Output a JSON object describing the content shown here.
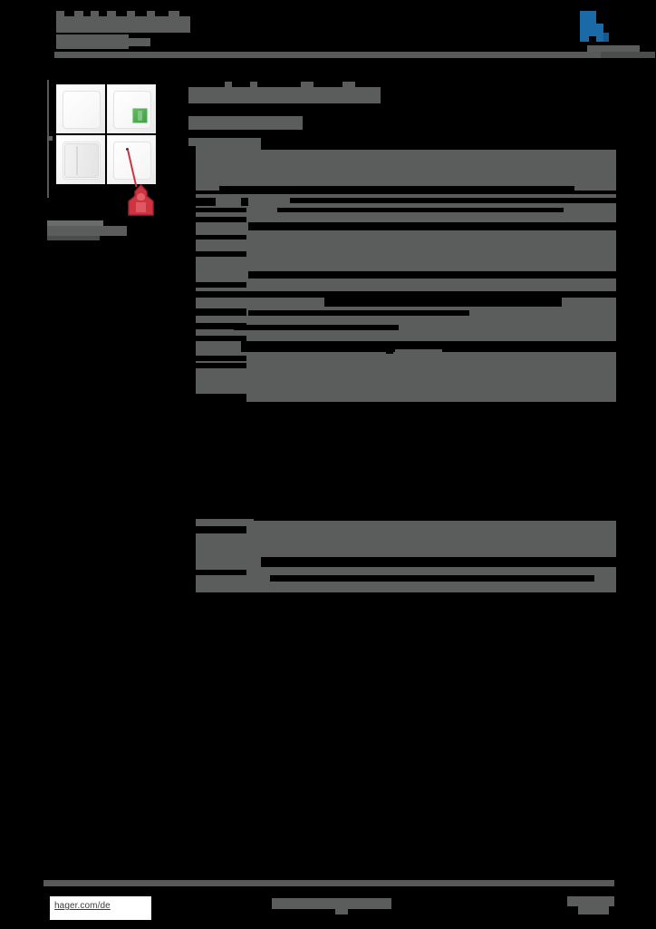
{
  "document": {
    "type": "product-datasheet",
    "brand": "hager",
    "redacted": true,
    "page_background": "#000000",
    "redaction_color": "#5b5c5c"
  },
  "header": {
    "title_redacted": "",
    "subtitle_redacted": "",
    "logo_name": "hager-logo",
    "logo_color": "#1b6aa8",
    "rule_color": "#58595a"
  },
  "figure": {
    "caption_redacted": "",
    "plates": [
      {
        "name": "blank-plate",
        "position": "top-left",
        "accent": ""
      },
      {
        "name": "indicator-plate",
        "position": "top-right",
        "accent": "#4ca64c"
      },
      {
        "name": "rocker-switch-plate",
        "position": "bottom-left",
        "accent": ""
      },
      {
        "name": "pull-cord-plate",
        "position": "bottom-right",
        "accent": "#cf3340"
      }
    ],
    "pull_cord_color": "#cf3340"
  },
  "main": {
    "doc_title_redacted": "",
    "doc_subtitle_redacted": "",
    "section_heading_redacted": "",
    "tables": [
      {
        "name": "specifications-table-1",
        "rows_redacted": 8
      },
      {
        "name": "specifications-table-2",
        "rows_redacted": 6
      },
      {
        "name": "specifications-table-3",
        "rows_redacted": 4
      }
    ]
  },
  "footer": {
    "url": "hager.com/de",
    "center_redacted": "",
    "right_redacted": "",
    "rule_color": "#58595a"
  }
}
